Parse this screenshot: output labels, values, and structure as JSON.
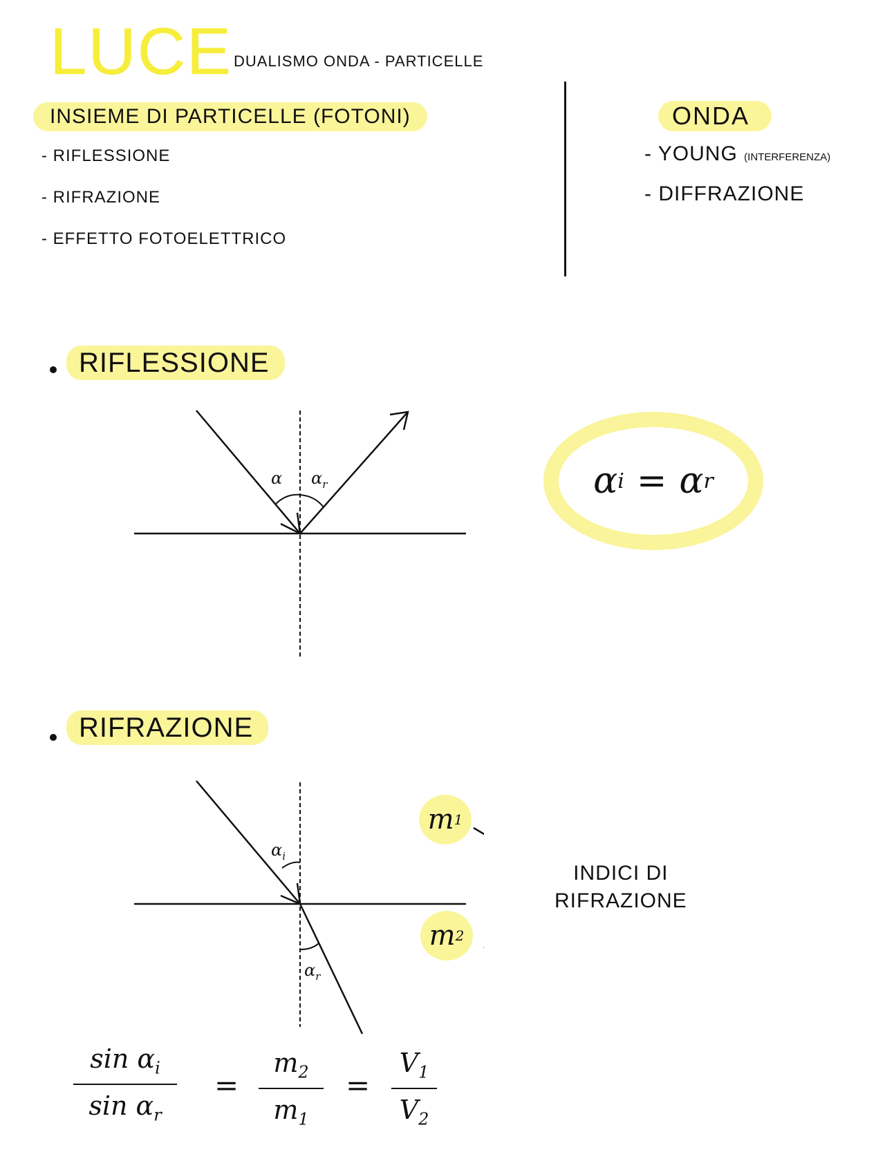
{
  "header": {
    "title": "LUCE",
    "subtitle": "DUALISMO ONDA - PARTICELLE"
  },
  "particles": {
    "heading": "INSIEME DI PARTICELLE (FOTONI)",
    "items": [
      "RIFLESSIONE",
      "RIFRAZIONE",
      "EFFETTO FOTOELETTRICO"
    ]
  },
  "wave": {
    "heading": "ONDA",
    "items": [
      {
        "label": "YOUNG",
        "note": "(INTERFERENZA)"
      },
      {
        "label": "DIFFRAZIONE",
        "note": ""
      }
    ]
  },
  "reflection": {
    "heading": "RIFLESSIONE",
    "angle_incident": "α",
    "angle_reflected": "α",
    "angle_reflected_sub": "r",
    "law_lhs": "α",
    "law_lhs_sub": "i",
    "law_eq": "=",
    "law_rhs": "α",
    "law_rhs_sub": "r"
  },
  "refraction": {
    "heading": "RIFRAZIONE",
    "angle_incident": "α",
    "angle_incident_sub": "i",
    "angle_refracted": "α",
    "angle_refracted_sub": "r",
    "medium1": "m",
    "medium1_sub": "1",
    "medium2": "m",
    "medium2_sub": "2",
    "indices_label_line1": "INDICI DI",
    "indices_label_line2": "RIFRAZIONE"
  },
  "snell": {
    "num1": "sin α",
    "num1_sub": "i",
    "den1": "sin α",
    "den1_sub": "r",
    "eq": "=",
    "num2": "m",
    "num2_sub": "2",
    "den2": "m",
    "den2_sub": "1",
    "num3": "V",
    "num3_sub": "1",
    "den3": "V",
    "den3_sub": "2"
  },
  "colors": {
    "highlight": "#fbf59a",
    "title": "#f6ee3a",
    "ink": "#111111"
  }
}
